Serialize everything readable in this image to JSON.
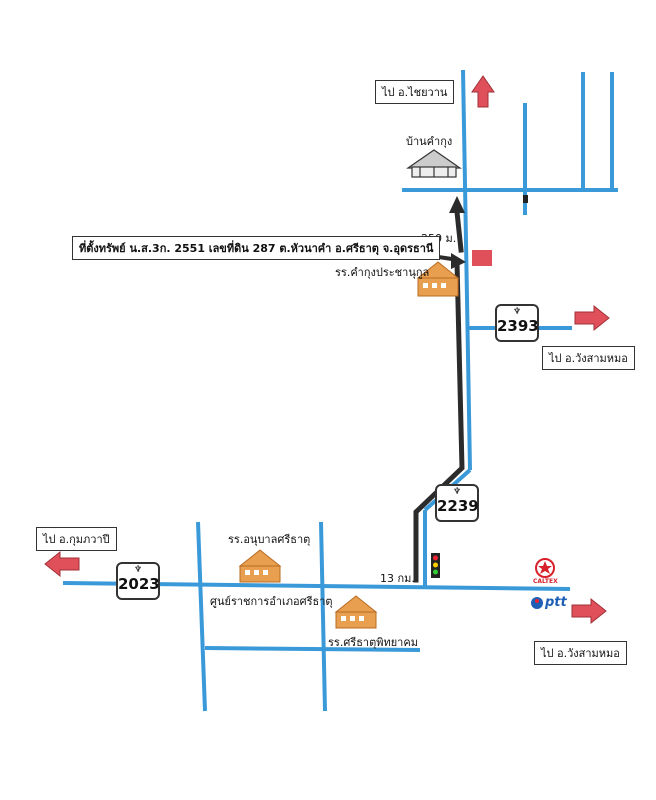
{
  "labels": {
    "to_chaiwan": "ไป อ.ไชยวาน",
    "ban_kham_kung": "บ้านคำกุง",
    "dist_250": "250 ม.",
    "property": "ที่ตั้งทรัพย์ น.ส.3ก. 2551 เลขที่ดิน 287 ต.หัวนาคำ อ.ศรีธาตุ จ.อุดรธานี",
    "school_kham_kung": "รร.คำกุงประชานุกูล",
    "to_wang_sam_mo_1": "ไป อ.วังสามหมอ",
    "to_kumphawapi": "ไป อ.กุมภวาปี",
    "school_anuban": "รร.อนุบาลศรีธาตุ",
    "dist_13": "13 กม.",
    "district_office": "ศูนย์ราชการอำเภอศรีธาตุ",
    "school_srithat": "รร.ศรีธาตุพิทยาคม",
    "to_wang_sam_mo_2": "ไป อ.วังสามหมอ",
    "caltex": "CALTEX",
    "ptt": "ptt"
  },
  "routes": {
    "r2393": "2393",
    "r2239": "2239",
    "r2023": "2023",
    "mark": "♆"
  },
  "colors": {
    "road": "#3a9ad9",
    "route_path": "#2b2b2b",
    "arrow": "#e0505a",
    "property_marker": "#e0505a",
    "school": "#e8a050",
    "ptt_blue": "#1d5fb4",
    "caltex_red": "#d8202a"
  },
  "icons": [
    "arrow-up-icon",
    "arrow-right-icon",
    "arrow-left-icon",
    "school-icon",
    "house-icon",
    "traffic-light-icon",
    "caltex-logo-icon",
    "ptt-logo-icon",
    "property-marker-icon"
  ]
}
